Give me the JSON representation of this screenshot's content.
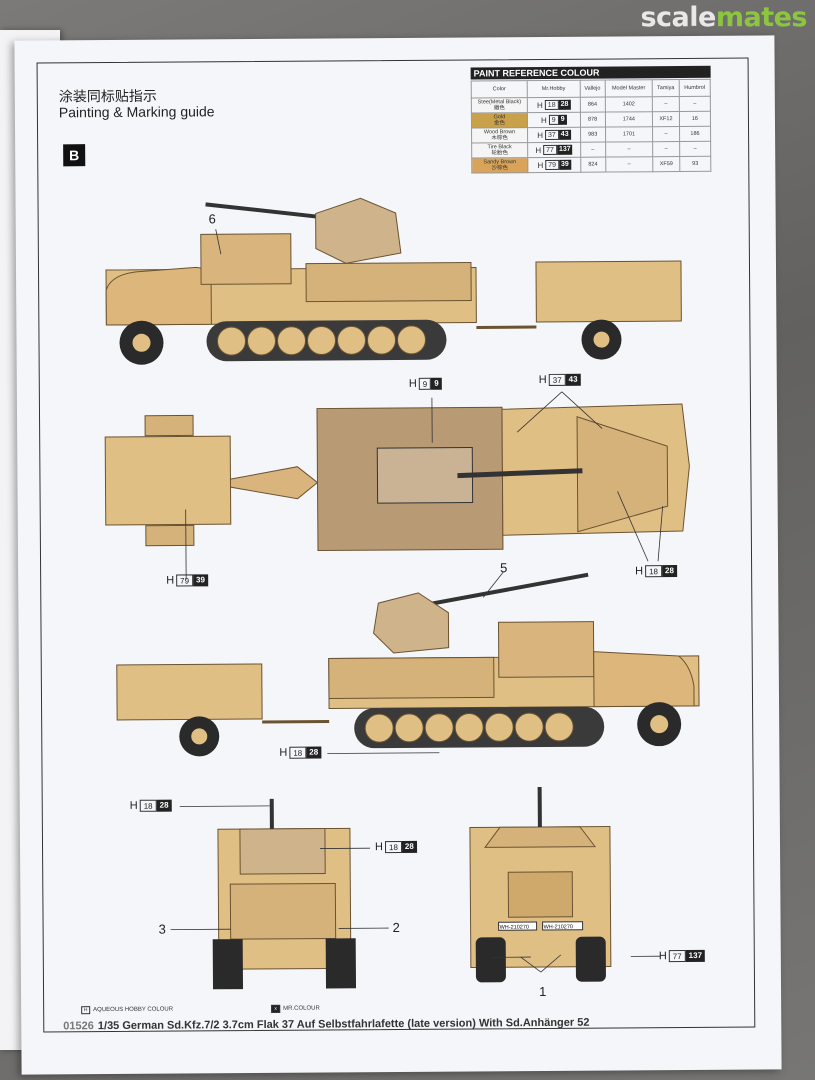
{
  "watermark": {
    "part_a": "scale",
    "part_b": "mates"
  },
  "header": {
    "title_cn": "涂装同标贴指示",
    "title_en": "Painting & Marking guide",
    "section_badge": "B"
  },
  "paint_table": {
    "title": "PAINT  REFERENCE COLOUR",
    "columns": [
      "Color",
      "Mr.Hobby",
      "Vallejo",
      "Model Master",
      "Tamiya",
      "Humbrol"
    ],
    "rows": [
      {
        "name": "Stee",
        "name_note": "(Metal Black)",
        "name_cn": "鐵色",
        "swatch": "#f5f5f5",
        "h": "H",
        "num": "18",
        "code": "28",
        "vallejo": "864",
        "model_master": "1402",
        "tamiya": "–",
        "humbrol": "–"
      },
      {
        "name": "Gold",
        "name_note": "",
        "name_cn": "金色",
        "swatch": "#c9a14a",
        "h": "H",
        "num": "9",
        "code": "9",
        "vallejo": "878",
        "model_master": "1744",
        "tamiya": "XF12",
        "humbrol": "16"
      },
      {
        "name": "Wood Brown",
        "name_note": "",
        "name_cn": "木棕色",
        "swatch": "#f5f5f5",
        "h": "H",
        "num": "37",
        "code": "43",
        "vallejo": "983",
        "model_master": "1701",
        "tamiya": "–",
        "humbrol": "186"
      },
      {
        "name": "Tire Black",
        "name_note": "",
        "name_cn": "轮胎色",
        "swatch": "#f5f5f5",
        "h": "H",
        "num": "77",
        "code": "137",
        "vallejo": "–",
        "model_master": "–",
        "tamiya": "–",
        "humbrol": "–"
      },
      {
        "name": "Sandy Brown",
        "name_note": "",
        "name_cn": "沙棕色",
        "swatch": "#d9a45a",
        "h": "H",
        "num": "79",
        "code": "39",
        "vallejo": "824",
        "model_master": "–",
        "tamiya": "XF59",
        "humbrol": "93"
      }
    ]
  },
  "callouts": {
    "top_gold": {
      "h": "H",
      "num": "9",
      "code": "9"
    },
    "top_wood": {
      "h": "H",
      "num": "37",
      "code": "43"
    },
    "trailer_sand": {
      "h": "H",
      "num": "79",
      "code": "39"
    },
    "top_steel": {
      "h": "H",
      "num": "18",
      "code": "28"
    },
    "side_steel": {
      "h": "H",
      "num": "18",
      "code": "28"
    },
    "rear_steel_top": {
      "h": "H",
      "num": "18",
      "code": "28"
    },
    "rear_steel_side": {
      "h": "H",
      "num": "18",
      "code": "28"
    },
    "front_tire": {
      "h": "H",
      "num": "77",
      "code": "137"
    }
  },
  "marker_numbers": {
    "six": "6",
    "five": "5",
    "three": "3",
    "two": "2",
    "one": "1"
  },
  "plates": {
    "left": "WH-210270",
    "right": "WH-210270"
  },
  "legend": {
    "aqueous": {
      "symbol": "H",
      "label": "AQUEOUS HOBBY COLOUR"
    },
    "mrcolor": {
      "symbol": "x",
      "label": "MR.COLOUR"
    }
  },
  "footer": {
    "code": "01526",
    "text": "1/35 German Sd.Kfz.7/2  3.7cm Flak 37 Auf Selbstfahrlafette (late version) With Sd.Anhänger 52"
  },
  "colors": {
    "sand": "#e0bf84",
    "sand_dark": "#c79e5e",
    "deck": "#b89a74",
    "tire": "#2a2a2a",
    "steel": "#444"
  }
}
